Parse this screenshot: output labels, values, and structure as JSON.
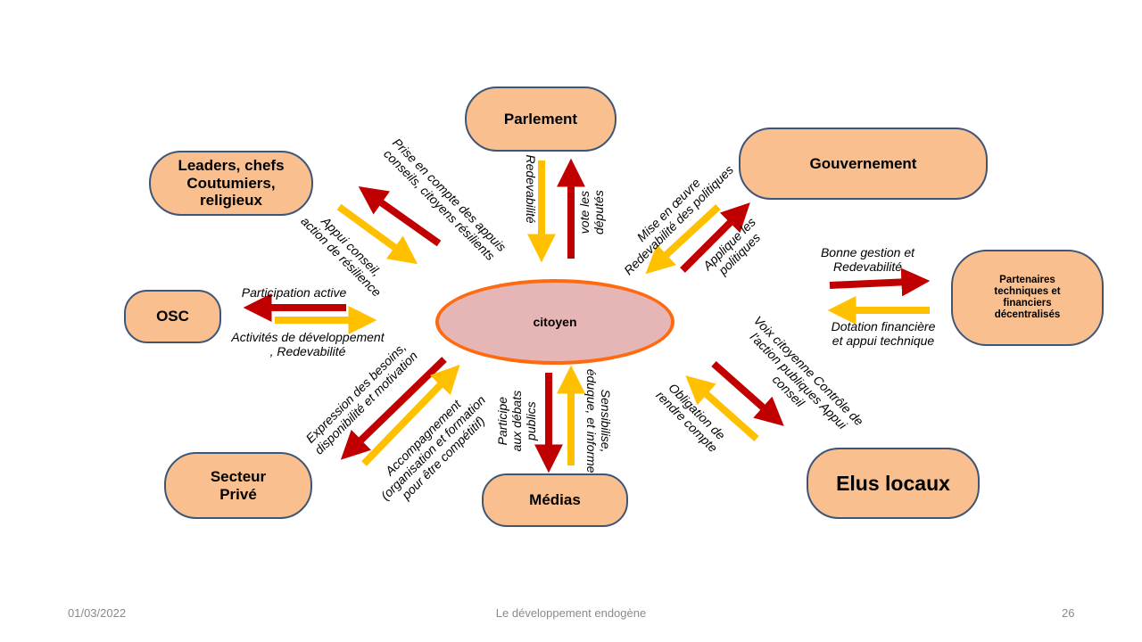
{
  "center": "citoyen",
  "nodes": {
    "parlement": "Parlement",
    "gouvernement": "Gouvernement",
    "leaders_l1": "Leaders, chefs",
    "leaders_l2": "Coutumiers,",
    "leaders_l3": "religieux",
    "osc": "OSC",
    "partenaires_l1": "Partenaires",
    "partenaires_l2": "techniques et",
    "partenaires_l3": "financiers",
    "partenaires_l4": "décentralisés",
    "secteur_l1": "Secteur",
    "secteur_l2": "Privé",
    "medias": "Médias",
    "elus": "Elus locaux"
  },
  "labels": {
    "parl_down": "Redevabilité",
    "parl_up_l1": "vote les",
    "parl_up_l2": "députés",
    "gouv_a_l1": "Mise en œuvre",
    "gouv_a_l2": "Redevabilité des politiques",
    "gouv_b_l1": "Applique les",
    "gouv_b_l2": "politiques",
    "lead_a_l1": "Prise en compte des appuis",
    "lead_a_l2": "conseils, citoyens résilients",
    "lead_b_l1": "Appui conseil,",
    "lead_b_l2": "action de résilience",
    "osc_a": "Participation  active",
    "osc_b_l1": "Activités de développement",
    "osc_b_l2": ", Redevabilité",
    "ptf_a_l1": "Bonne gestion et",
    "ptf_a_l2": "Redevabilité",
    "ptf_b_l1": "Dotation financière",
    "ptf_b_l2": "et appui technique",
    "sp_a_l1": "Expression des besoins,",
    "sp_a_l2": "disponibilité  et motivation",
    "sp_b_l1": "Accompagnement",
    "sp_b_l2": "(organisation et formation",
    "sp_b_l3": "pour être compétitif)",
    "med_a_l1": "Participe",
    "med_a_l2": "aux débats",
    "med_a_l3": "publics",
    "med_b_l1": "Sensibilise,",
    "med_b_l2": "éduque, et informe",
    "elus_a_l1": "Voix citoyenne Contrôle de",
    "elus_a_l2": "l'action publiques Appui",
    "elus_a_l3": "conseil",
    "elus_b_l1": "Obligation de",
    "elus_b_l2": "rendre compte"
  },
  "footer": {
    "date": "01/03/2022",
    "title": "Le développement  endogène",
    "page": "26"
  },
  "colors": {
    "node_fill": "#f9bf8f",
    "node_border": "#3d5675",
    "center_fill": "#e6b6b6",
    "center_border": "#ff6a10",
    "arrow_red": "#c00000",
    "arrow_yellow": "#ffc000"
  }
}
